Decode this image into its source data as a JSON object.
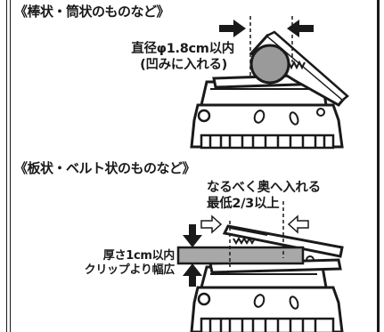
{
  "section_rod": {
    "heading": "《棒状・筒状のものなど》",
    "size_line1": "直径φ1.8cm以内",
    "size_line2": "(凹みに入れる)"
  },
  "section_plate": {
    "heading": "《板状・ベルト状のものなど》",
    "insert_line1": "なるべく奥へ入れる",
    "insert_line2": "最低2/3以上",
    "size_line1": "厚さ1cm以内",
    "size_line2": "クリップより幅広"
  },
  "colors": {
    "ink": "#1a1a1a",
    "rod": "#9a9a9a",
    "plate": "#a8a8a8"
  }
}
